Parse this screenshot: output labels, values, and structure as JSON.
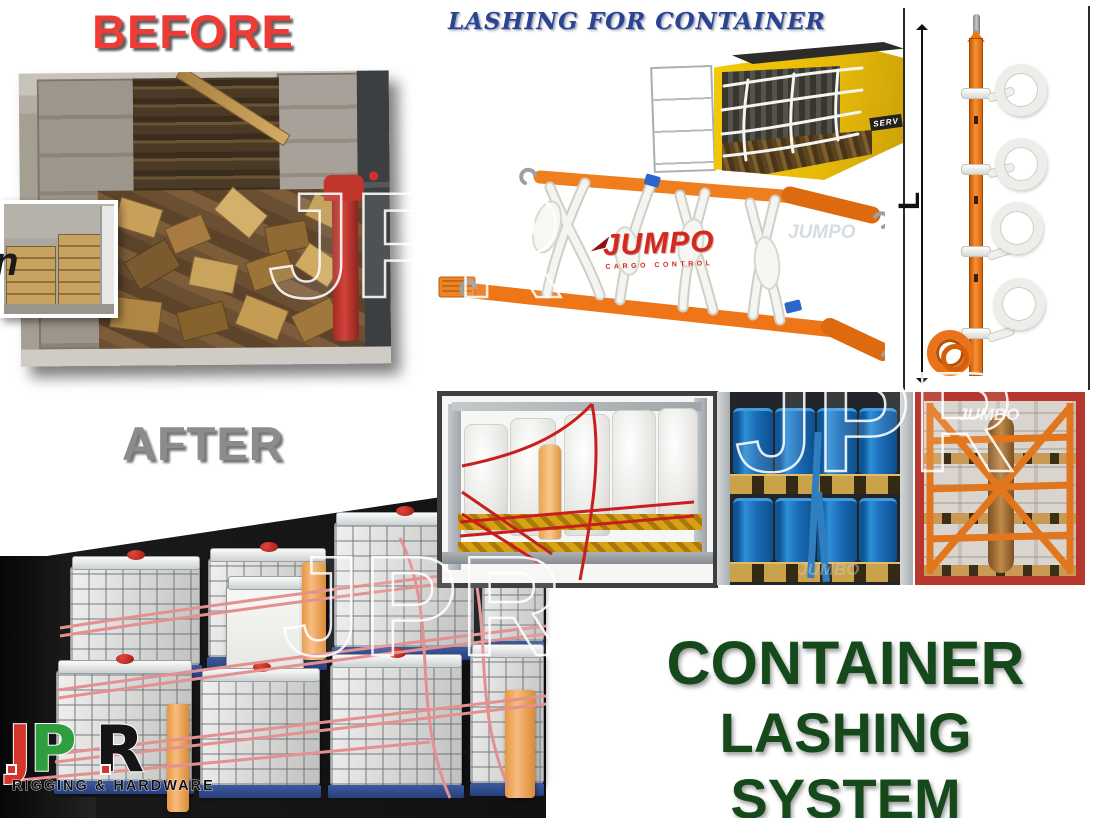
{
  "titles": {
    "before": "BEFORE",
    "after": "AFTER",
    "lashing_for_container": "LASHING FOR CONTAINER",
    "main_line1": "CONTAINER",
    "main_line2": "LASHING SYSTEM"
  },
  "diagram": {
    "length_label": "L"
  },
  "brand": {
    "jumpo_wordmark": "JUMPO",
    "jumpo_tagline": "CARGO CONTROL",
    "jpr_j": "J",
    "jpr_p": "P",
    "jpr_r": "R",
    "jpr_tagline": "RIGGING & HARDWARE",
    "serv_label": "SERV"
  },
  "watermarks": {
    "jpr_outline": "JPR",
    "jumpo_faint": "JUMPO",
    "jumbo_faint": "JUMBO",
    "edge_fragment": "n"
  },
  "colors": {
    "before_red": "#ee3b35",
    "after_gray": "#8d8b8b",
    "lashing_blue": "#2c4490",
    "main_green": "#15491c",
    "strap_orange": "#ef7e1e",
    "jumpo_red": "#d4281c",
    "jpr_red": "#d6352b",
    "jpr_green": "#2f9e3f",
    "drum_blue": "#1a6ab5",
    "frame_red": "#b5372e"
  }
}
